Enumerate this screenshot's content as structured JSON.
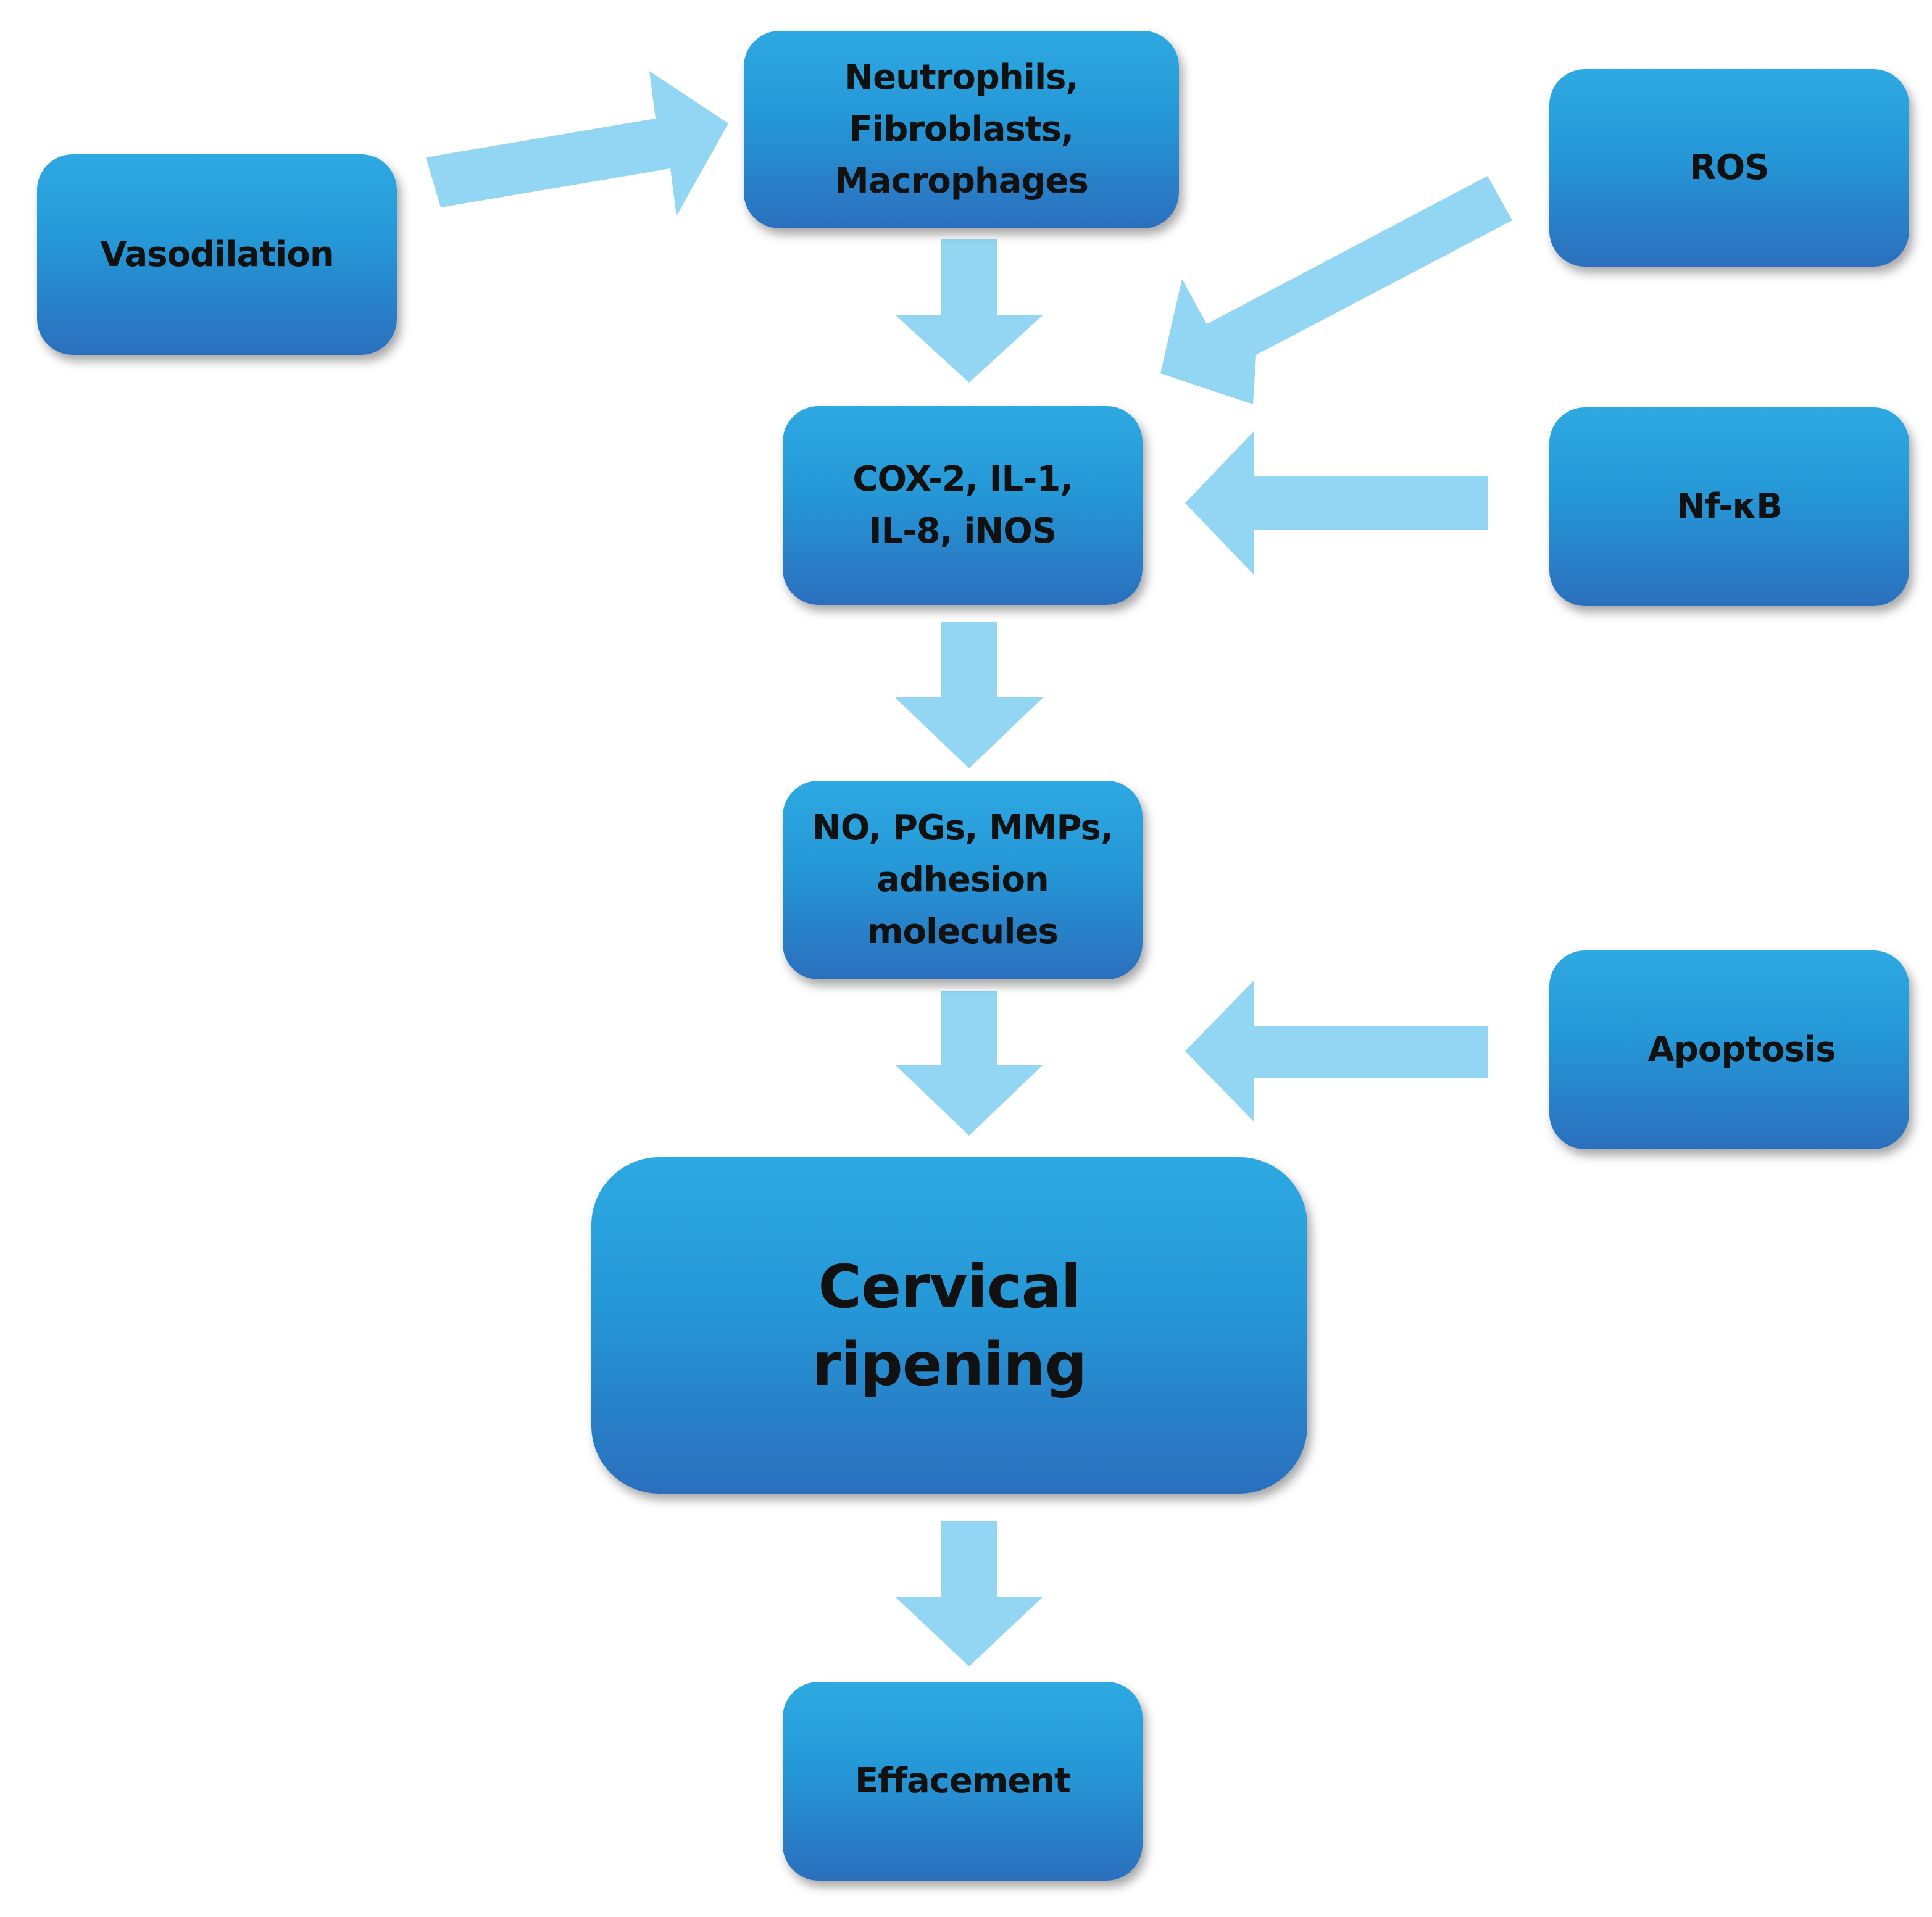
{
  "nodes": {
    "vasodilation": "Vasodilation",
    "cells": [
      "Neutrophils,",
      "Fibroblasts,",
      "Macrophages"
    ],
    "ros": "ROS",
    "mediators": [
      "COX-2, IL-1,",
      "IL-8, iNOS"
    ],
    "nfkb": "Nf-κB",
    "products": [
      "NO, PGs, MMPs,",
      "adhesion",
      "molecules"
    ],
    "apoptosis": "Apoptosis",
    "ripening": [
      "Cervical",
      "ripening"
    ],
    "effacement": "Effacement"
  },
  "colors": {
    "box_top": "#2ea9e2",
    "box_bottom": "#2b6fbd",
    "arrow": "#93d6f3",
    "text": "#111111"
  }
}
